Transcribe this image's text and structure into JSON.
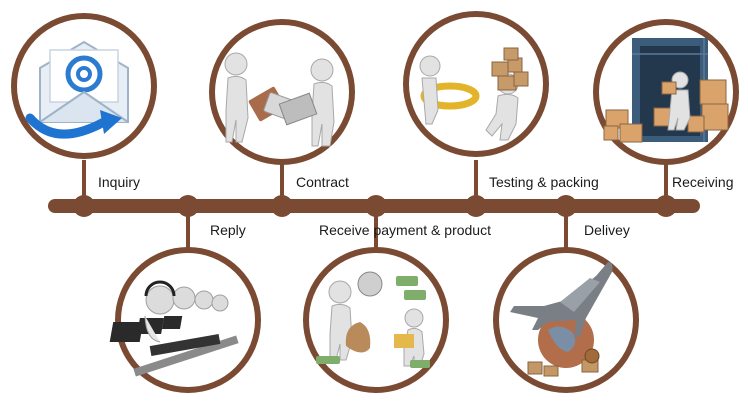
{
  "colors": {
    "line": "#7a4a32",
    "ring": "#7a4a32",
    "background": "#ffffff"
  },
  "steps": [
    {
      "label": "Inquiry",
      "icon": "email-envelope-icon"
    },
    {
      "label": "Reply",
      "icon": "call-center-operators-icon"
    },
    {
      "label": "Contract",
      "icon": "contract-signing-icon"
    },
    {
      "label": "Receive payment & product",
      "icon": "payment-money-icon"
    },
    {
      "label": "Testing & packing",
      "icon": "packing-boxes-icon"
    },
    {
      "label": "Delivey",
      "icon": "airplane-globe-icon"
    },
    {
      "label": "Receiving",
      "icon": "container-warehouse-icon"
    }
  ]
}
